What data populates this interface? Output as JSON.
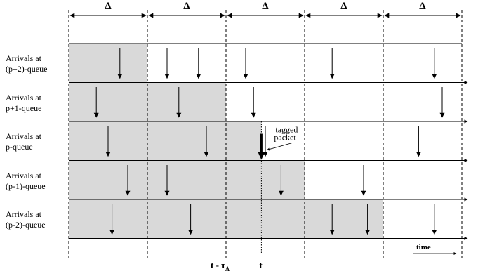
{
  "interval_symbol": "Δ",
  "interval_count": 5,
  "rows": [
    {
      "label_line1": "Arrivals at",
      "label_line2": "(p+2)-queue",
      "shaded_intervals": 1,
      "arrival_offsets": [
        0.65,
        1.25,
        1.65,
        2.25,
        3.35,
        4.65
      ]
    },
    {
      "label_line1": "Arrivals at",
      "label_line2": "p+1-queue",
      "shaded_intervals": 2,
      "arrival_offsets": [
        0.35,
        1.4,
        2.35,
        4.75
      ]
    },
    {
      "label_line1": "Arrivals at",
      "label_line2": "p-queue",
      "shaded_intervals": 2.45,
      "arrival_offsets": [
        0.5,
        1.75,
        2.5,
        4.45
      ]
    },
    {
      "label_line1": "Arrivals at",
      "label_line2": "(p-1)-queue",
      "shaded_intervals": 3,
      "arrival_offsets": [
        0.75,
        1.25,
        2.7,
        3.75
      ]
    },
    {
      "label_line1": "Arrivals at",
      "label_line2": "(p-2)-queue",
      "shaded_intervals": 4,
      "arrival_offsets": [
        0.55,
        1.55,
        3.35,
        3.8,
        4.65
      ]
    }
  ],
  "tagged_packet": {
    "row_index": 2,
    "offset": 2.45,
    "label_line1": "tagged",
    "label_line2": "packet"
  },
  "time_markers": {
    "t_minus": "t - τ",
    "t_minus_sub": "Δ",
    "t": "t"
  },
  "time_axis_label": "time",
  "colors": {
    "shade": "#d9d9d9",
    "line": "#000000"
  }
}
